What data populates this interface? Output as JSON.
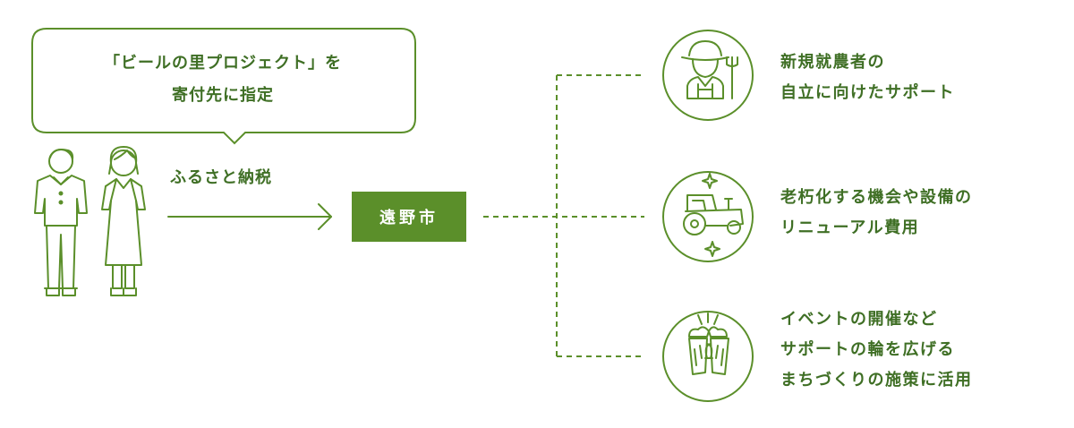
{
  "colors": {
    "accent": "#5b8f2a",
    "line": "#5b8f2a",
    "text": "#3f6f25",
    "background": "#ffffff"
  },
  "bubble": {
    "line1": "「ビールの里プロジェクト」を",
    "line2": "寄付先に指定"
  },
  "flow_label": "ふるさと納税",
  "city": "遠野市",
  "targets": [
    {
      "icon": "farmer-icon",
      "lines": [
        "新規就農者の",
        "自立に向けたサポート"
      ]
    },
    {
      "icon": "tractor-icon",
      "lines": [
        "老朽化する機会や設備の",
        "リニューアル費用"
      ]
    },
    {
      "icon": "beer-toast-icon",
      "lines": [
        "イベントの開催など",
        "サポートの輪を広げる",
        "まちづくりの施策に活用"
      ]
    }
  ]
}
